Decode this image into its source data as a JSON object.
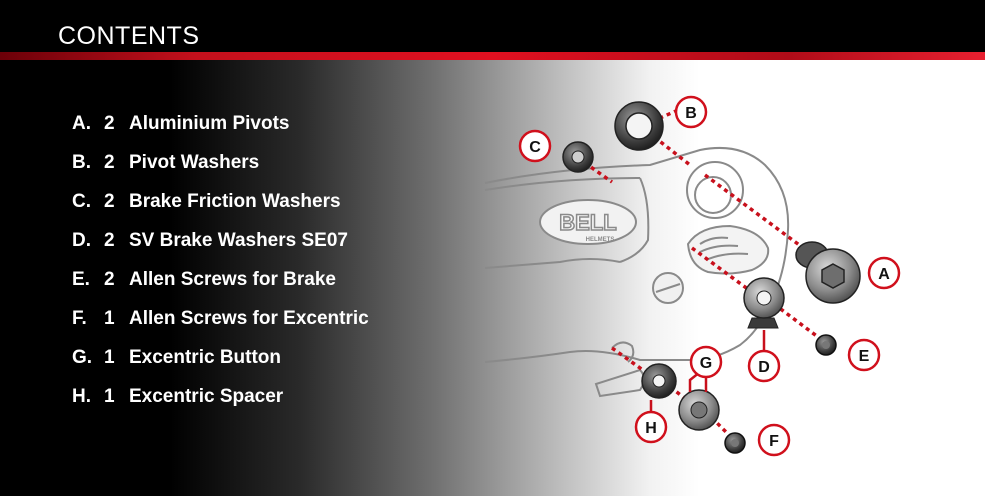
{
  "header": {
    "title": "CONTENTS"
  },
  "parts": [
    {
      "letter": "A.",
      "qty": "2",
      "name": "Aluminium Pivots"
    },
    {
      "letter": "B.",
      "qty": "2",
      "name": "Pivot Washers"
    },
    {
      "letter": "C.",
      "qty": "2",
      "name": "Brake Friction Washers"
    },
    {
      "letter": "D.",
      "qty": "2",
      "name": "SV Brake Washers SE07"
    },
    {
      "letter": "E.",
      "qty": "2",
      "name": "Allen Screws for Brake"
    },
    {
      "letter": "F.",
      "qty": "1",
      "name": "Allen Screws for Excentric"
    },
    {
      "letter": "G.",
      "qty": "1",
      "name": "Excentric Button"
    },
    {
      "letter": "H.",
      "qty": "1",
      "name": "Excentric Spacer"
    }
  ],
  "diagram": {
    "logo_text": "BELL",
    "logo_subtext": "HELMETS",
    "callouts": [
      "A",
      "B",
      "C",
      "D",
      "E",
      "F",
      "G",
      "H"
    ]
  },
  "colors": {
    "accent": "#d0101c",
    "leader": "#c8101c",
    "outline": "#8a8a8a"
  }
}
